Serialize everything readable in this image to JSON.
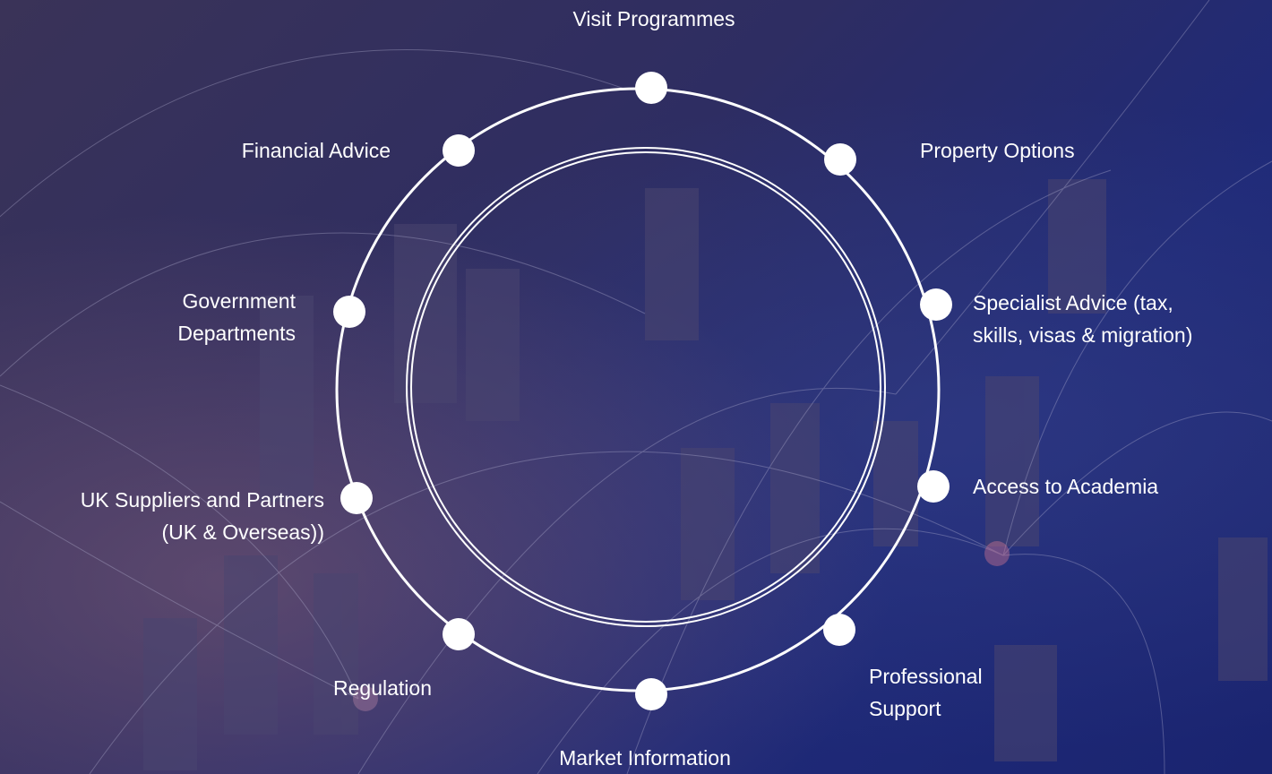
{
  "diagram": {
    "nodes": [
      {
        "id": "visit-programmes",
        "lines": [
          "Visit Programmes"
        ]
      },
      {
        "id": "property-options",
        "lines": [
          "Property Options"
        ]
      },
      {
        "id": "specialist-advice",
        "lines": [
          "Specialist Advice (tax,",
          "skills, visas & migration)"
        ]
      },
      {
        "id": "access-to-academia",
        "lines": [
          "Access to Academia"
        ]
      },
      {
        "id": "professional-support",
        "lines": [
          "Professional",
          "Support"
        ]
      },
      {
        "id": "market-information",
        "lines": [
          "Market Information"
        ]
      },
      {
        "id": "regulation",
        "lines": [
          "Regulation"
        ]
      },
      {
        "id": "uk-suppliers",
        "lines": [
          "UK Suppliers and Partners",
          "(UK & Overseas))"
        ]
      },
      {
        "id": "government-departments",
        "lines": [
          "Government",
          "Departments"
        ]
      },
      {
        "id": "financial-advice",
        "lines": [
          "Financial Advice"
        ]
      }
    ]
  },
  "colors": {
    "ring": "#ffffff",
    "node": "#ffffff"
  }
}
